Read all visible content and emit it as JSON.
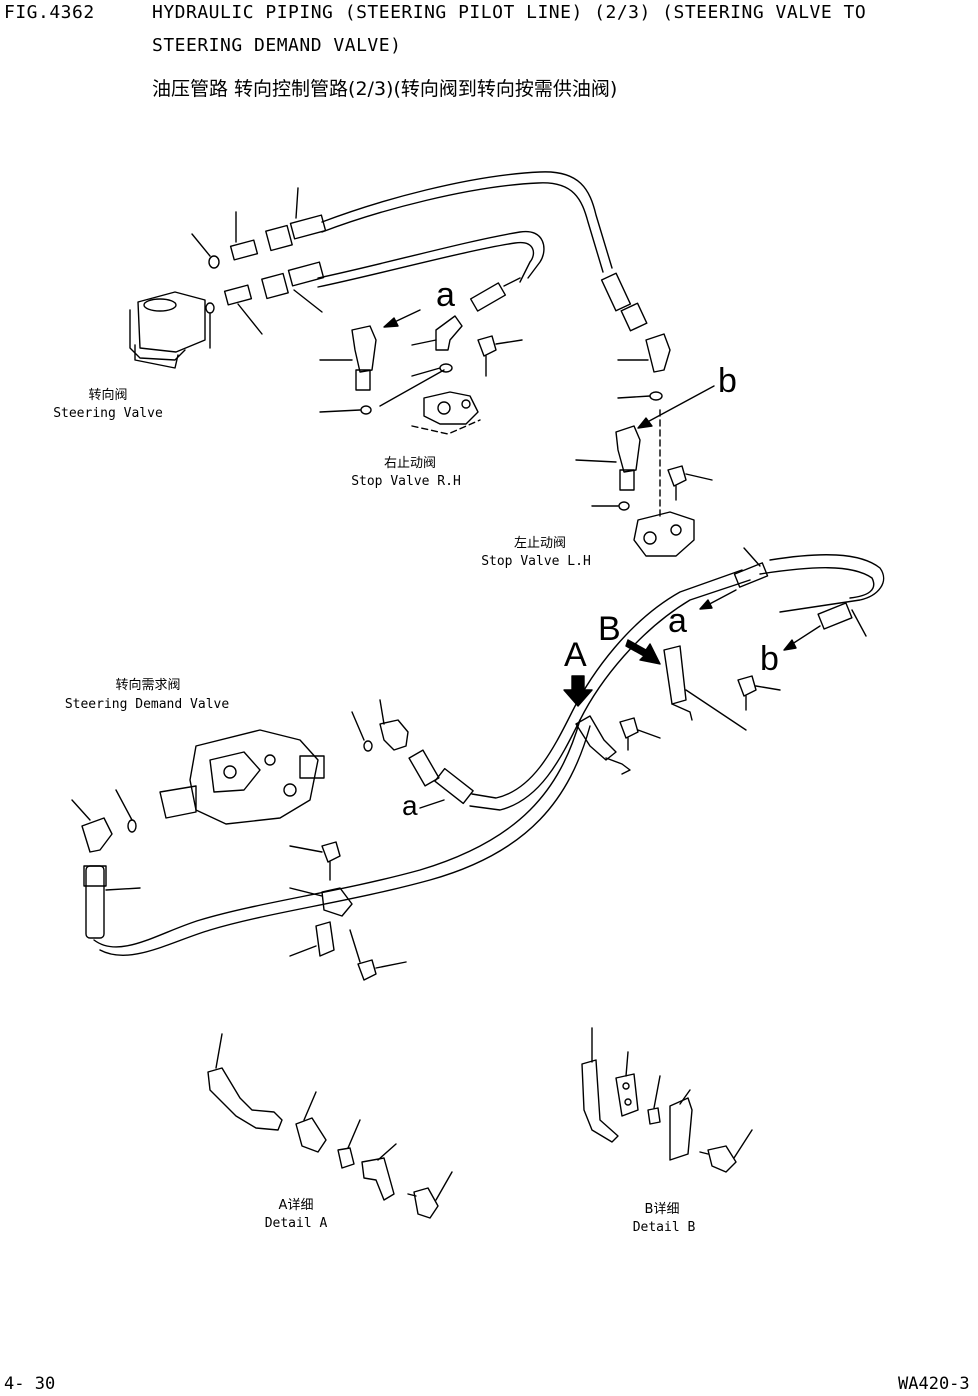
{
  "header": {
    "fig_no": "FIG.4362",
    "title_line1": "HYDRAULIC PIPING (STEERING PILOT LINE) (2/3) (STEERING VALVE TO",
    "title_line2": "STEERING DEMAND VALVE)",
    "title_cn": "油压管路 转向控制管路(2/3)(转向阀到转向按需供油阀)"
  },
  "labels": {
    "steering_valve_cn": "转向阀",
    "steering_valve_en": "Steering Valve",
    "stop_valve_rh_cn": "右止动阀",
    "stop_valve_rh_en": "Stop Valve R.H",
    "stop_valve_lh_cn": "左止动阀",
    "stop_valve_lh_en": "Stop Valve L.H",
    "steering_demand_cn": "转向需求阀",
    "steering_demand_en": "Steering Demand Valve",
    "detail_a_cn": "A详细",
    "detail_a_en": "Detail A",
    "detail_b_cn": "B详细",
    "detail_b_en": "Detail B"
  },
  "markers": {
    "a_top": "a",
    "b_top": "b",
    "a_mid": "a",
    "b_mid": "b",
    "A": "A",
    "B": "B",
    "a_bottom": "a"
  },
  "footer": {
    "page": "4- 30",
    "model": "WA420-3"
  }
}
